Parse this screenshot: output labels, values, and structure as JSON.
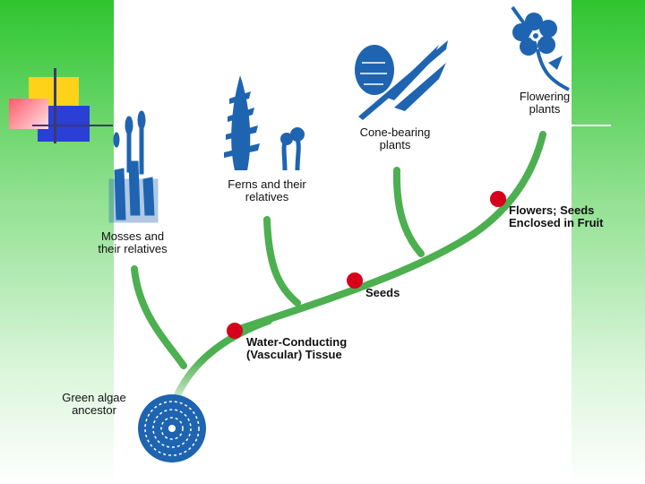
{
  "colors": {
    "branch": "#4caf50",
    "node": "#d6001c",
    "plant": "#1f64b0",
    "background_top": "#2fc52f"
  },
  "taxa": {
    "flowering": "Flowering plants",
    "cone": "Cone-bearing plants",
    "ferns": "Ferns and their relatives",
    "mosses": "Mosses and their relatives",
    "algae": "Green algae ancestor"
  },
  "traits": {
    "flowers": "Flowers; Seeds Enclosed in Fruit",
    "seeds": "Seeds",
    "vascular": "Water-Conducting (Vascular) Tissue"
  },
  "icons": {
    "flower": "flowering-plant-icon",
    "cone": "pine-cone-icon",
    "fern": "fern-icon",
    "moss": "moss-icon",
    "algae": "green-algae-cell-icon"
  }
}
